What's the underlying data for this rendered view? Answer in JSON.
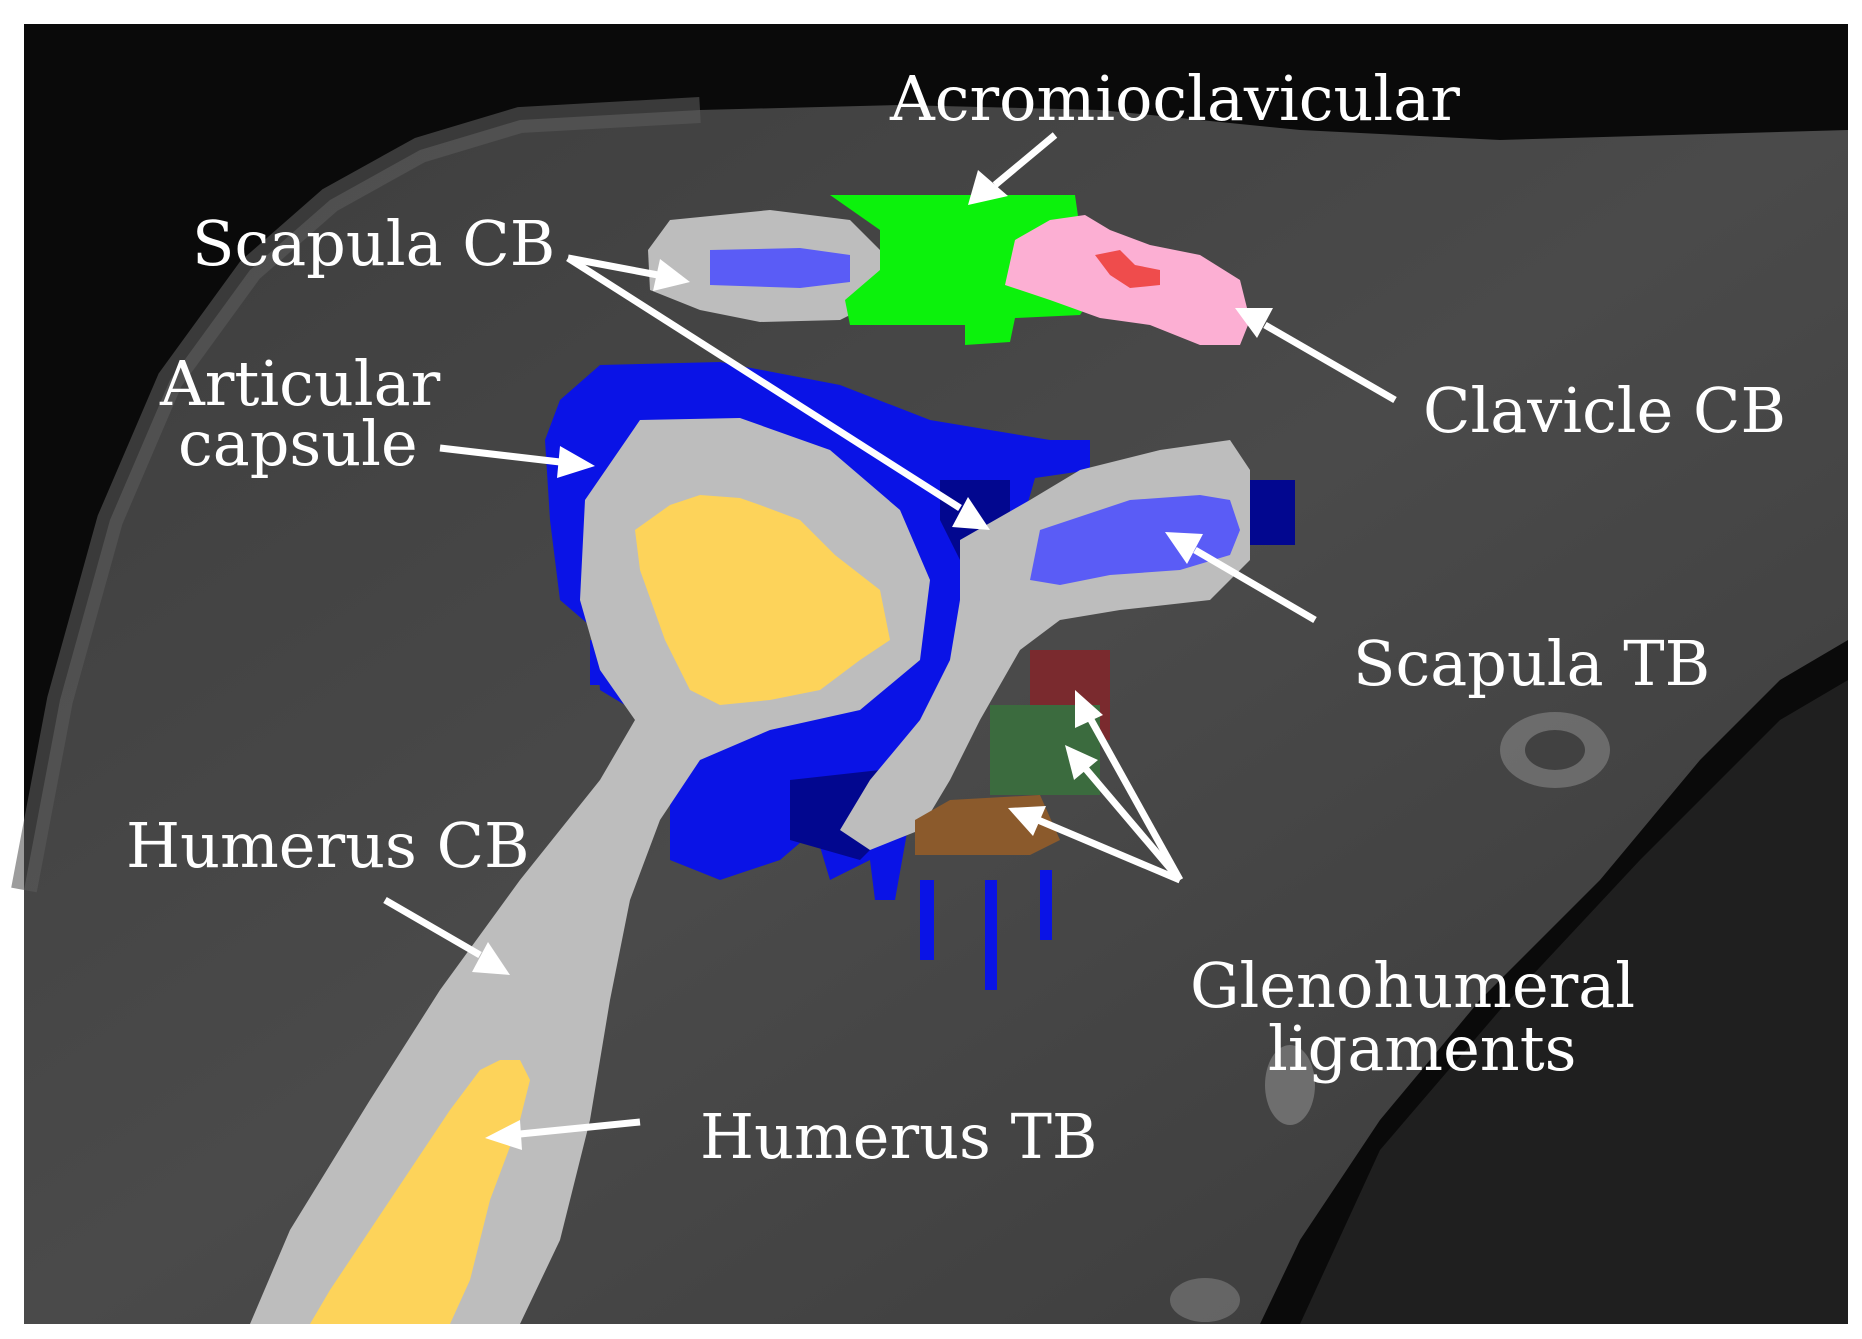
{
  "labels": {
    "acromioclavicular": "Acromioclavicular",
    "scapula_cb": "Scapula CB",
    "clavicle_cb": "Clavicle CB",
    "articular_capsule_line1": "Articular",
    "articular_capsule_line2": "capsule",
    "scapula_tb": "Scapula TB",
    "humerus_cb": "Humerus CB",
    "glenohumeral_line1": "Glenohumeral",
    "glenohumeral_line2": "ligaments",
    "humerus_tb": "Humerus TB"
  },
  "colors": {
    "background_ct": "#474747",
    "cortical_bone": "#bdbdbd",
    "scapula_clavicle_trabecular": "#5a5cf6",
    "humerus_trabecular": "#fdd35a",
    "acromioclavicular_joint": "#0cf20c",
    "clavicle": "#fcafd3",
    "clavicle_inner": "#ef4c4c",
    "articular_capsule": "#0a13e6",
    "articular_capsule_dark": "#02078f",
    "ligament_superior": "#7a2a2e",
    "ligament_middle": "#3b6b3e",
    "ligament_inferior": "#8b5a2c",
    "arrows": "#ffffff",
    "label_text": "#ffffff"
  }
}
